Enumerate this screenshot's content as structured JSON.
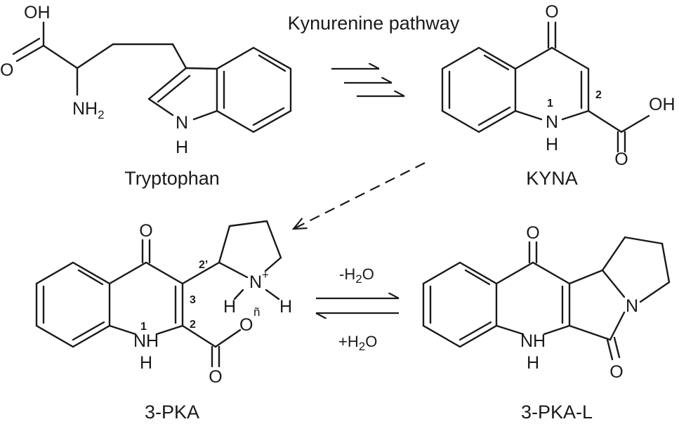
{
  "title": "Kynurenine pathway",
  "compounds": {
    "tryptophan": {
      "name": "Tryptophan"
    },
    "kyna": {
      "name": "KYNA"
    },
    "pka": {
      "name": "3-PKA"
    },
    "pkal": {
      "name": "3-PKA-L"
    }
  },
  "atoms": {
    "O": "O",
    "OH": "OH",
    "N": "N",
    "H": "H",
    "NH": "NH",
    "NH2_main": "NH",
    "NH2_sub": "2",
    "plus": "+",
    "n_tilde": "ñ"
  },
  "locants": {
    "one": "1",
    "two": "2",
    "three": "3",
    "two_prime": "2’"
  },
  "conditions": {
    "dehydrate_prefix": "-H",
    "hydrate_prefix": "+H",
    "water_sub": "2",
    "water_suffix": "O"
  }
}
